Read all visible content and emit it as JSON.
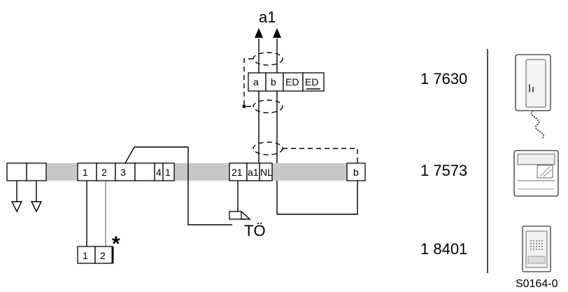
{
  "diagram": {
    "bus_label": "a1",
    "top_terminals": [
      "a",
      "b",
      "ED",
      "ED"
    ],
    "bus_terminals": [
      "1",
      "2",
      "3",
      "4",
      "1",
      "21",
      "a1",
      "NL",
      "b"
    ],
    "bottom_terminals": [
      "1",
      "2"
    ],
    "asterisk": "*",
    "device_label": "TÖ",
    "products": [
      {
        "number": "1 7630",
        "icon": "handset-icon"
      },
      {
        "number": "1 7573",
        "icon": "control-unit-icon"
      },
      {
        "number": "1 8401",
        "icon": "door-station-icon"
      }
    ],
    "figure_id": "S0164-0"
  }
}
